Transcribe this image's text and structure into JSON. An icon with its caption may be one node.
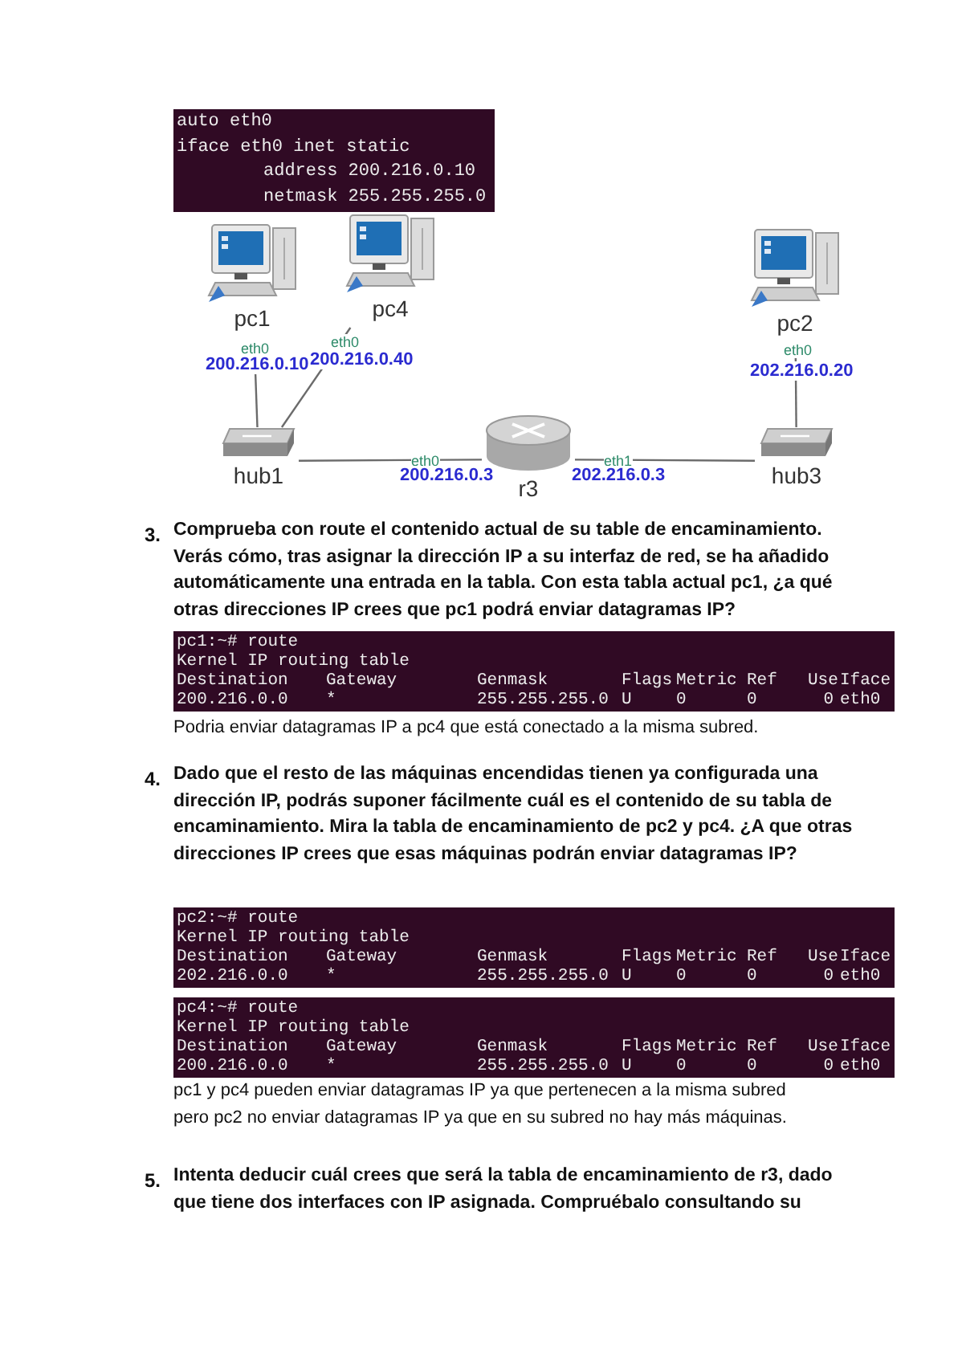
{
  "diagram": {
    "nodes": [
      {
        "text": [
          "pc1"
        ],
        "beside": [
          "eth0",
          "200.216.0.10"
        ]
      },
      {
        "text": [
          "pc4"
        ],
        "beside": [
          "eth0",
          "200.216.0.40"
        ]
      },
      {
        "text": [
          "pc2"
        ],
        "beside": [
          "eth0",
          "202.216.0.20"
        ]
      },
      {
        "text": [
          "hub1"
        ]
      },
      {
        "text": [
          "r3"
        ],
        "beside": [
          "eth0",
          "200.216.0.3",
          "eth1",
          "202.216.0.3"
        ]
      },
      {
        "text": [
          "hub3"
        ]
      }
    ],
    "edges": [
      {
        "from": 0,
        "to": 3,
        "arrow": "none"
      },
      {
        "from": 1,
        "to": 3,
        "arrow": "none"
      },
      {
        "from": 3,
        "to": 4,
        "arrow": "none"
      },
      {
        "from": 4,
        "to": 5,
        "arrow": "none"
      },
      {
        "from": 2,
        "to": 5,
        "arrow": "none"
      }
    ],
    "labels": [
      "auto eth0",
      "iface eth0 inet static",
      "address 200.216.0.10",
      "netmask 255.255.255.0",
      "3.",
      "Comprueba con route el contenido actual de su table de encaminamiento. Verás cómo, tras asignar la dirección IP a su interfaz de red, se ha añadido automáticamente una entrada en la tabla. Con esta tabla actual pc1, ¿a qué otras direcciones IP crees que pc1 podrá enviar datagramas IP?",
      "pc1:~# route",
      "Kernel IP routing table",
      "Destination",
      "Gateway",
      "Genmask",
      "Flags",
      "Metric",
      "Ref",
      "Use",
      "Iface",
      "200.216.0.0",
      "*",
      "255.255.255.0",
      "U",
      "0",
      "0",
      "0",
      "eth0",
      "Podria enviar datagramas IP a pc4 que está conectado a la misma subred.",
      "4.",
      "Dado que el resto de las máquinas encendidas tienen ya configurada una dirección IP, podrás suponer fácilmente cuál es el contenido de su tabla de encaminamiento. Mira la tabla de encaminamiento de pc2 y pc4. ¿A que otras direcciones IP crees que esas máquinas podrán enviar datagramas IP?",
      "pc2:~# route",
      "Kernel IP routing table",
      "Destination",
      "Gateway",
      "Genmask",
      "Flags",
      "Metric",
      "Ref",
      "Use",
      "Iface",
      "202.216.0.0",
      "*",
      "255.255.255.0",
      "U",
      "0",
      "0",
      "0",
      "eth0",
      "pc4:~# route",
      "Kernel IP routing table",
      "Destination",
      "Gateway",
      "Genmask",
      "Flags",
      "Metric",
      "Ref",
      "Use",
      "Iface",
      "200.216.0.0",
      "*",
      "255.255.255.0",
      "U",
      "0",
      "0",
      "0",
      "eth0",
      "pc1 y pc4 pueden enviar datagramas IP ya que pertenecen a la misma subred",
      "pero pc2 no enviar datagramas IP ya que en su subred no hay más máquinas.",
      "5.",
      "Intenta deducir cuál crees que será la tabla de encaminamiento de r3, dado que tiene dos interfaces con IP asignada. Compruébalo consultando su"
    ]
  }
}
